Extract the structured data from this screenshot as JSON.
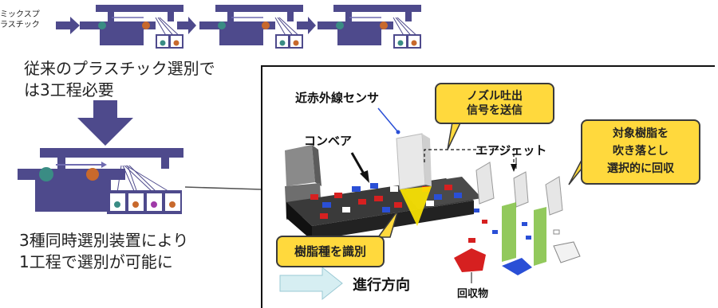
{
  "labels": {
    "mixed_plastic": "ミックスプ\nラスチック",
    "conventional": "従来のプラスチック選別で\nは3工程必要",
    "new_method": "3種同時選別装置により\n1工程で選別が可能に"
  },
  "photo": {
    "sensor": "近赤外線センサ",
    "conveyor": "コンベア",
    "nozzle_callout": "ノズル吐出\n信号を送信",
    "air_jet": "エアジェット",
    "target_callout": "対象樹脂を\n吹き落とし\n選択的に回収",
    "identify_callout": "樹脂種を識別",
    "direction": "進行方向",
    "collected": "回収物"
  },
  "colors": {
    "machine": "#4e4a8c",
    "arrow": "#4e4a8c",
    "teal_particle": "#3a8c84",
    "orange_particle": "#c8692c",
    "purple_particle": "#a03aa8",
    "callout_fill": "#ffd93d",
    "direction_arrow": "#d6eef2"
  }
}
